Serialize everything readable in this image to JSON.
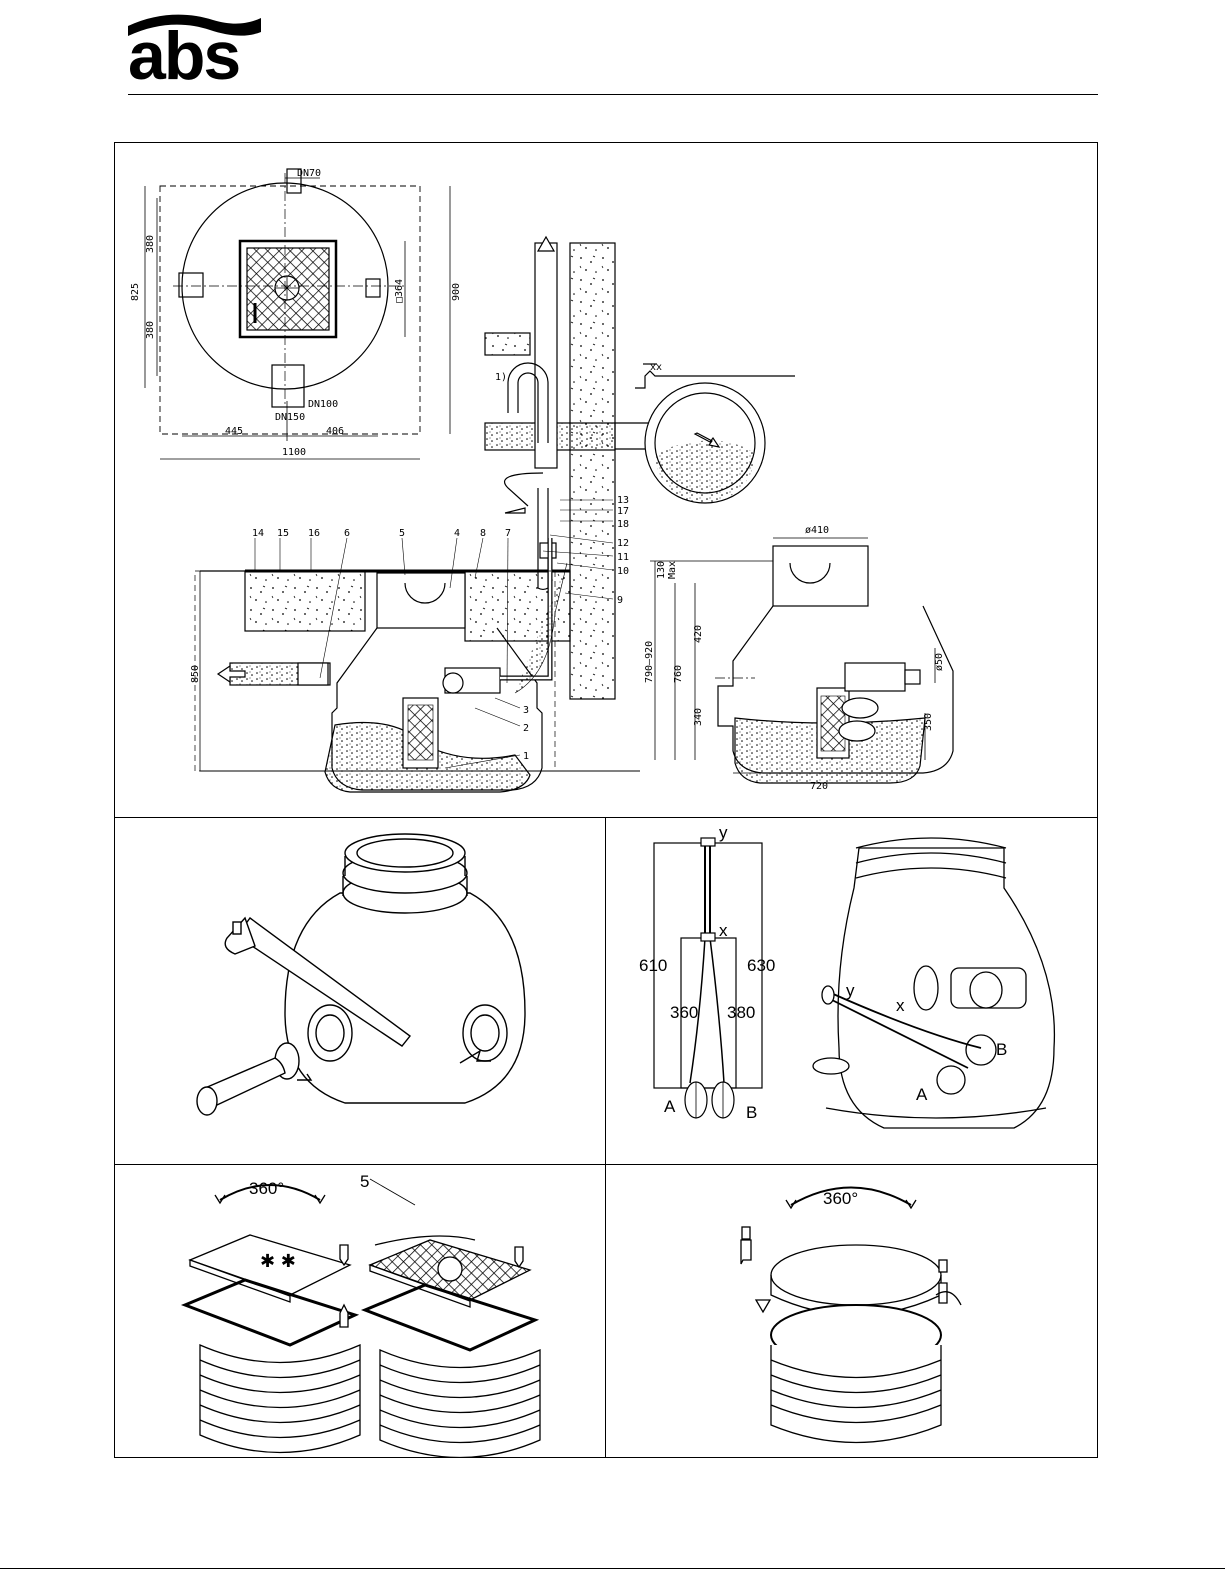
{
  "brand": {
    "logo_text": "abs"
  },
  "plan_view": {
    "dims": {
      "inlet": "DN70",
      "top_half": "380",
      "bottom_half": "380",
      "overall_h": "825",
      "outer_h": "900",
      "cover": "□364",
      "outlet_1": "DN100",
      "outlet_2": "DN150",
      "left": "445",
      "right": "406",
      "overall_w": "1100"
    }
  },
  "section_view": {
    "labels": [
      "14",
      "15",
      "16",
      "6",
      "5",
      "4",
      "8",
      "7"
    ],
    "callouts": [
      "13",
      "17",
      "18",
      "12",
      "11",
      "10",
      "9",
      "3",
      "2",
      "1"
    ],
    "note": "1)",
    "mark": "xx",
    "dim_850": "850"
  },
  "side_view": {
    "diam": "ø410",
    "d130": "130",
    "dmax": "Max",
    "d790": "790–920",
    "d420": "420",
    "d760": "760",
    "d340": "340",
    "d350": "350",
    "d50": "ø50",
    "d720": "720"
  },
  "float_panel": {
    "y": "y",
    "x": "x",
    "d610": "610",
    "d630": "630",
    "d360": "360",
    "d380": "380",
    "a": "A",
    "b": "B",
    "y2": "y",
    "x2": "x",
    "b2": "B",
    "a2": "A"
  },
  "cover_panel": {
    "rotate": "360°",
    "item": "5",
    "stars": "✱ ✱",
    "rotate2": "360°"
  }
}
